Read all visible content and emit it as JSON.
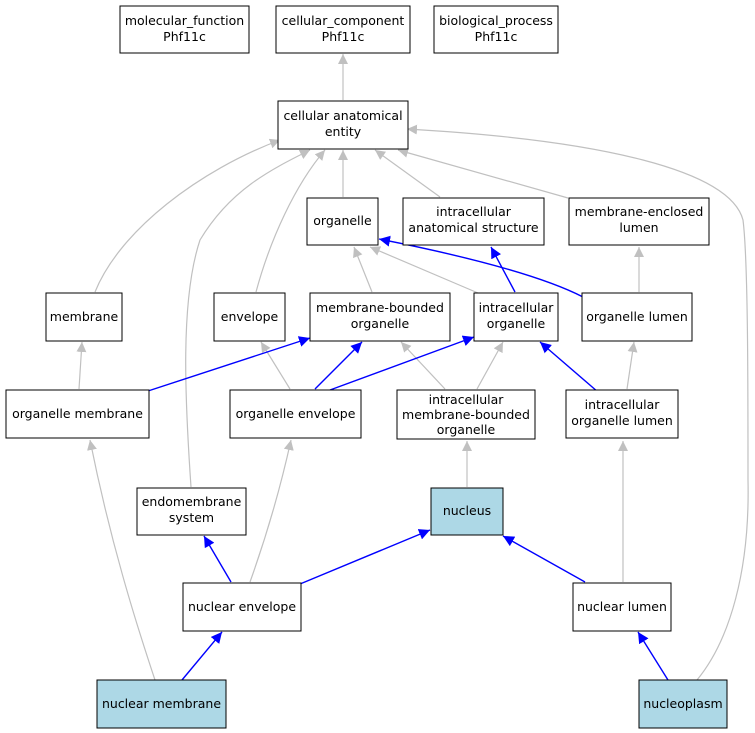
{
  "colors": {
    "highlight": "#add8e6",
    "is_a_edge": "#c0c0c0",
    "part_of_edge": "#0000ff",
    "border": "#000000"
  },
  "nodes": {
    "molecular_function": {
      "line1": "molecular_function",
      "line2": "Phf11c"
    },
    "cellular_component": {
      "line1": "cellular_component",
      "line2": "Phf11c"
    },
    "biological_process": {
      "line1": "biological_process",
      "line2": "Phf11c"
    },
    "cellular_anatomical_entity": {
      "line1": "cellular anatomical",
      "line2": "entity"
    },
    "organelle": {
      "line1": "organelle"
    },
    "intracellular_anatomical_structure": {
      "line1": "intracellular",
      "line2": "anatomical structure"
    },
    "membrane_enclosed_lumen": {
      "line1": "membrane-enclosed",
      "line2": "lumen"
    },
    "membrane": {
      "line1": "membrane"
    },
    "envelope": {
      "line1": "envelope"
    },
    "membrane_bounded_organelle": {
      "line1": "membrane-bounded",
      "line2": "organelle"
    },
    "intracellular_organelle": {
      "line1": "intracellular",
      "line2": "organelle"
    },
    "organelle_lumen": {
      "line1": "organelle lumen"
    },
    "organelle_membrane": {
      "line1": "organelle membrane"
    },
    "organelle_envelope": {
      "line1": "organelle envelope"
    },
    "intracellular_membrane_bounded_organelle": {
      "line1": "intracellular",
      "line2": "membrane-bounded",
      "line3": "organelle"
    },
    "intracellular_organelle_lumen": {
      "line1": "intracellular",
      "line2": "organelle lumen"
    },
    "endomembrane_system": {
      "line1": "endomembrane",
      "line2": "system"
    },
    "nucleus": {
      "line1": "nucleus"
    },
    "nuclear_envelope": {
      "line1": "nuclear envelope"
    },
    "nuclear_lumen": {
      "line1": "nuclear lumen"
    },
    "nuclear_membrane": {
      "line1": "nuclear membrane"
    },
    "nucleoplasm": {
      "line1": "nucleoplasm"
    }
  }
}
